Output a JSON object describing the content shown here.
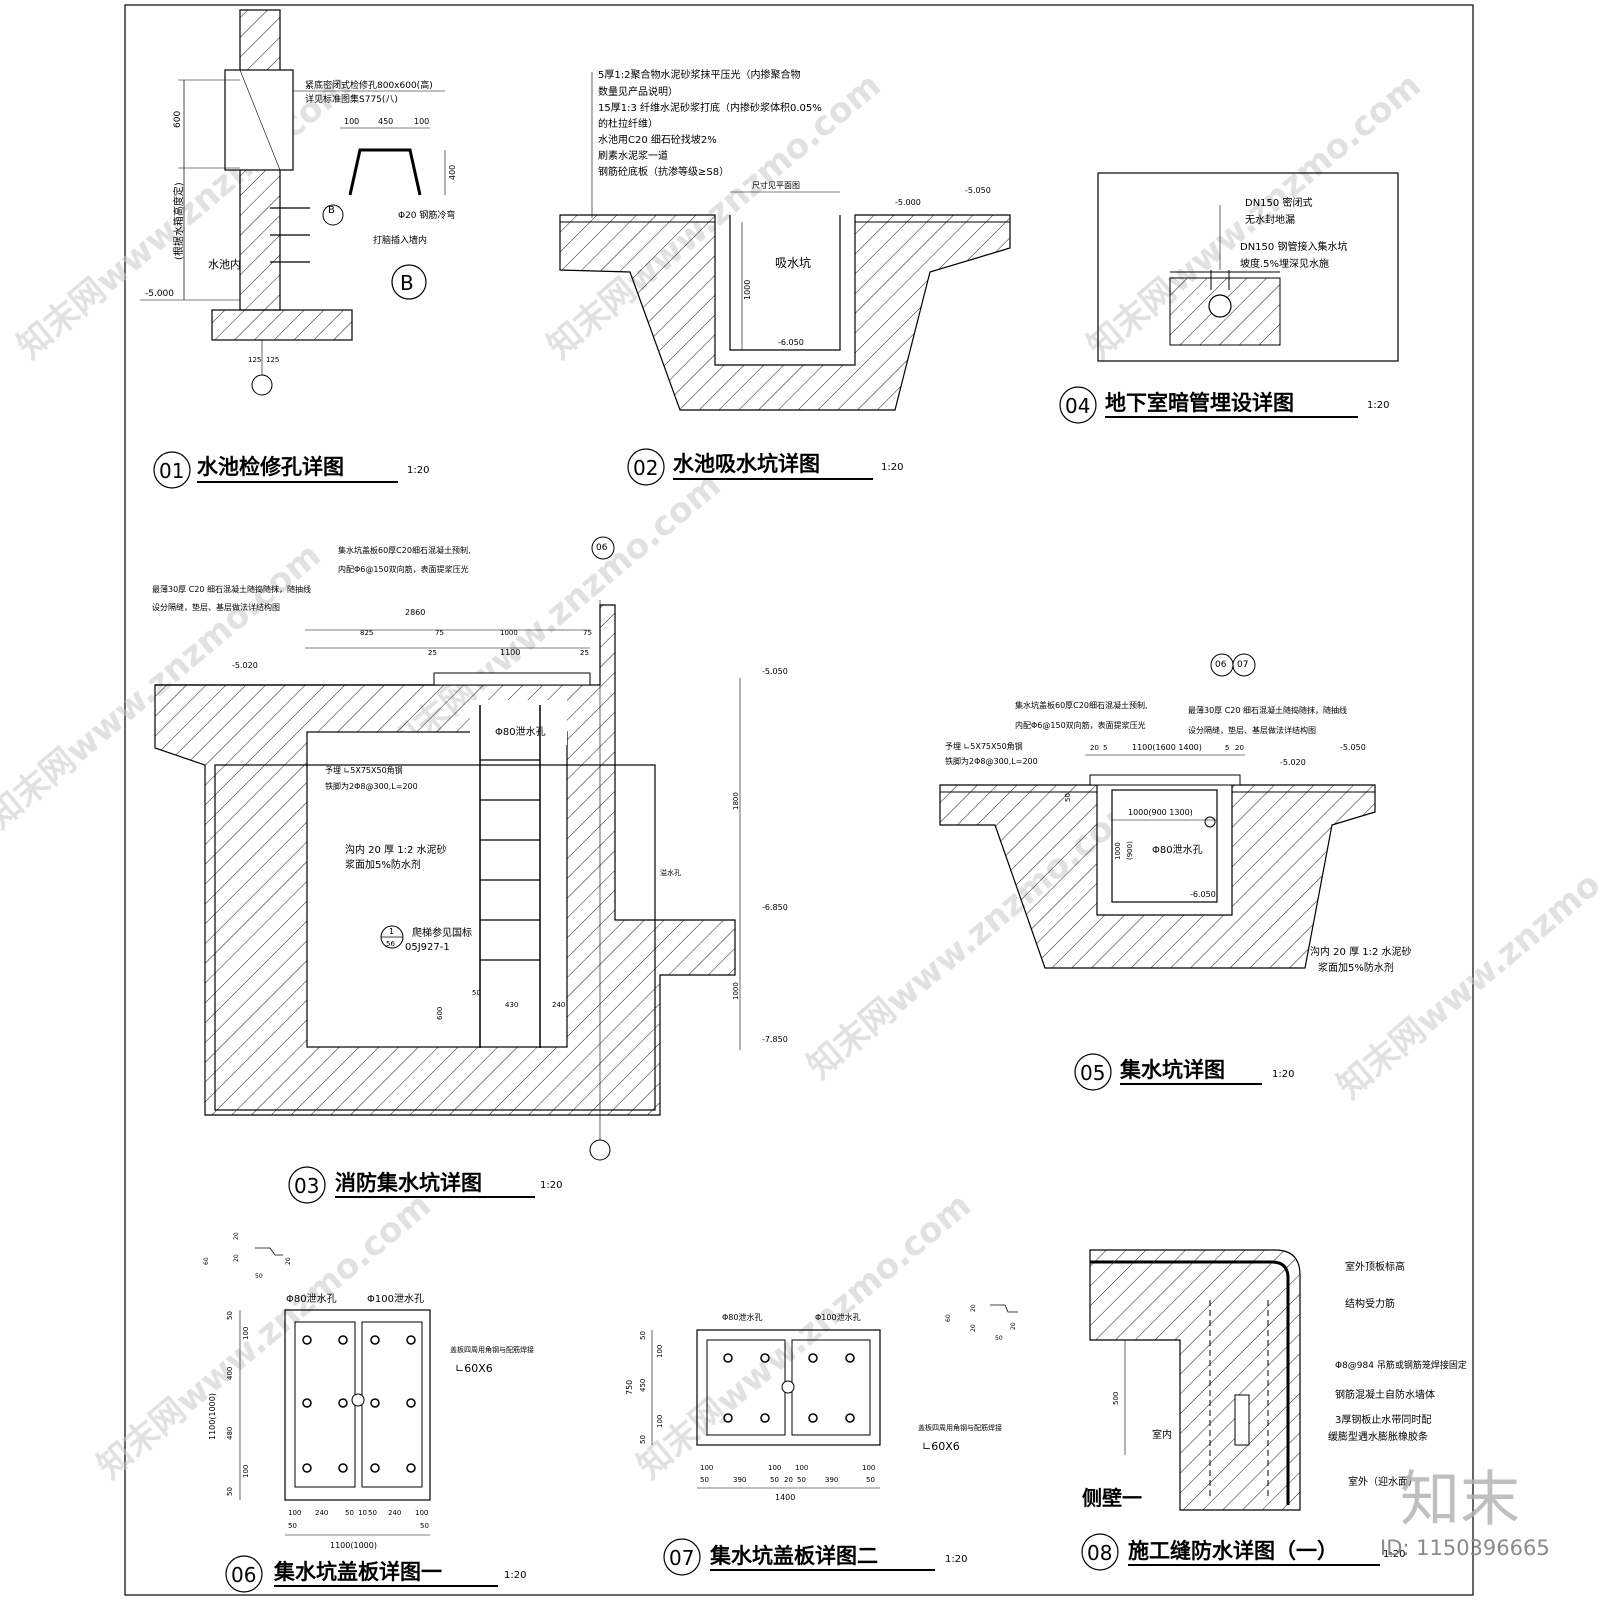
{
  "details": [
    {
      "number": "01",
      "title": "水池检修孔详图",
      "scale": "1:20"
    },
    {
      "number": "02",
      "title": "水池吸水坑详图",
      "scale": "1:20"
    },
    {
      "number": "03",
      "title": "消防集水坑详图",
      "scale": "1:20"
    },
    {
      "number": "04",
      "title": "地下室暗管埋设详图",
      "scale": "1:20"
    },
    {
      "number": "05",
      "title": "集水坑详图",
      "scale": "1:20"
    },
    {
      "number": "06",
      "title": "集水坑盖板详图一",
      "scale": "1:20"
    },
    {
      "number": "07",
      "title": "集水坑盖板详图二",
      "scale": "1:20"
    },
    {
      "number": "08",
      "title": "施工缝防水详图（一）",
      "scale": "1:20"
    }
  ],
  "d01": {
    "note1": "紧底密闭式检修孔800x600(高)",
    "note2": "详见标准图集S775(八)",
    "dim_600": "600",
    "side_label": "(根据水箱高度定)",
    "inside_label": "水池内",
    "elev": "-5.000",
    "callout_b": "B",
    "dims_top": [
      "100",
      "450",
      "100"
    ],
    "dim_400": "400",
    "rebar_note": "Φ20 钢筋冷弯",
    "anchor_note": "打脑插入墙内",
    "dims_bottom": [
      "125",
      "125"
    ]
  },
  "d02": {
    "notes": [
      "5厚1:2聚合物水泥砂浆抹平压光（内掺聚合物",
      "数量见产品说明）",
      "15厚1:3 纤维水泥砂浆打底（内掺砂浆体积0.05%",
      "的杜拉纤维）",
      "水池用C20 细石砼找坡2%",
      "刷素水泥浆一道",
      "钢筋砼底板（抗渗等级≥S8）"
    ],
    "size_note": "尺寸见平面图",
    "elev_top": "-5.000",
    "elev_top2": "-5.050",
    "pit_label": "吸水坑",
    "dim_1000": "1000",
    "elev_bottom": "-6.050"
  },
  "d03": {
    "cover_note1": "集水坑盖板60厚C20细石混凝土预制,",
    "cover_note2": "内配Φ6@150双向筋，表面提浆压光",
    "fill_note1": "最薄30厚 C20 细石混凝土随捣随抹，随抽线",
    "fill_note2": "设分隔缝，垫层、基层做法详结构图",
    "callout": "06",
    "dims_top": [
      "2860",
      "825",
      "75",
      "1000",
      "1100",
      "75",
      "25",
      "25"
    ],
    "elev_left": "-5.020",
    "elev_right": "-5.050",
    "angle_note1": "予埋 ∟5X75X50角钢",
    "angle_note2": "铁脚为2Φ8@300,L=200",
    "drain_hole": "Φ80泄水孔",
    "plaster_note1": "沟内 20 厚 1:2 水泥砂",
    "plaster_note2": "浆面加5%防水剂",
    "ladder_ref_num": "1",
    "ladder_ref_den": "56",
    "ladder_note": "爬梯参见国标",
    "ladder_code": "05J927-1",
    "overflow_note": "溢水孔",
    "dims_bottom": [
      "50",
      "430",
      "240"
    ],
    "dim_600": "600",
    "dim_1800": "1800",
    "dim_1000": "1000",
    "elev_mid": "-6.850",
    "elev_bottom": "-7.850"
  },
  "d04": {
    "note1": "DN150 密闭式",
    "note2": "无水封地漏",
    "note3": "DN150 钢管接入集水坑",
    "note4": "坡度.5%埋深见水施"
  },
  "d05": {
    "callouts": [
      "06",
      "07"
    ],
    "cover_note1": "集水坑盖板60厚C20细石混凝土预制,",
    "cover_note2": "内配Φ6@150双向筋，表面提浆压光",
    "fill_note1": "最薄30厚 C20 细石混凝土随捣随抹，随抽线",
    "fill_note2": "设分隔缝，垫层、基层做法详结构图",
    "angle_note1": "予埋 ∟5X75X50角钢",
    "angle_note2": "铁脚为2Φ8@300,L=200",
    "dims_top": [
      "20",
      "5",
      "1100(1600 1400)",
      "5",
      "20"
    ],
    "elev_left": "-5.020",
    "elev_right": "-5.050",
    "dim_inner": "1000(900 1300)",
    "dim_v1": "1000",
    "dim_v2": "(900)",
    "drain_hole": "Φ80泄水孔",
    "elev_bottom": "-6.050",
    "plaster_note1": "沟内 20 厚 1:2 水泥砂",
    "plaster_note2": "浆面加5%防水剂",
    "dim_50": "50"
  },
  "d06": {
    "hole1": "Φ80泄水孔",
    "hole2": "Φ100泄水孔",
    "angle_note": "盖板四周用角钢与配筋焊接",
    "angle_size": "∟60X6",
    "dims_v": [
      "50",
      "100",
      "400",
      "480",
      "100",
      "50"
    ],
    "dim_total_v": "1100(1000)",
    "dims_h": [
      "100",
      "240",
      "50",
      "10",
      "50",
      "240",
      "100"
    ],
    "dims_h2": [
      "50",
      "50"
    ],
    "dim_total_h": "1100(1000)",
    "sec_dims": [
      "20",
      "20",
      "60",
      "50",
      "20"
    ]
  },
  "d07": {
    "hole1": "Φ80泄水孔",
    "hole2": "Φ100泄水孔",
    "angle_note": "盖板四周用角钢与配筋焊接",
    "angle_size": "∟60X6",
    "dims_v": [
      "50",
      "100",
      "450",
      "100",
      "50"
    ],
    "dim_total_v": "750",
    "dims_h": [
      "100",
      "390",
      "100",
      "20",
      "100",
      "390",
      "100"
    ],
    "dims_h2": [
      "50",
      "50",
      "50",
      "50"
    ],
    "dim_total_h": "1400",
    "sec_dims": [
      "20",
      "20",
      "60",
      "50",
      "20"
    ]
  },
  "d08": {
    "label_top": "室外顶板标高",
    "note1": "结构受力筋",
    "note2": "Φ8@984  吊筋或钢筋笼焊接固定",
    "note3": "钢筋混凝土自防水墙体",
    "note4": "3厚钢板止水带同时配",
    "note5": "缓膨型遇水膨胀橡胶条",
    "note_outside": "室外（迎水面）",
    "indoor": "室内",
    "dim_500": "500",
    "side_title": "侧壁一"
  },
  "watermark": {
    "site": "知末网www.znzmo.com",
    "logo": "知末",
    "id": "ID: 1150396665"
  }
}
